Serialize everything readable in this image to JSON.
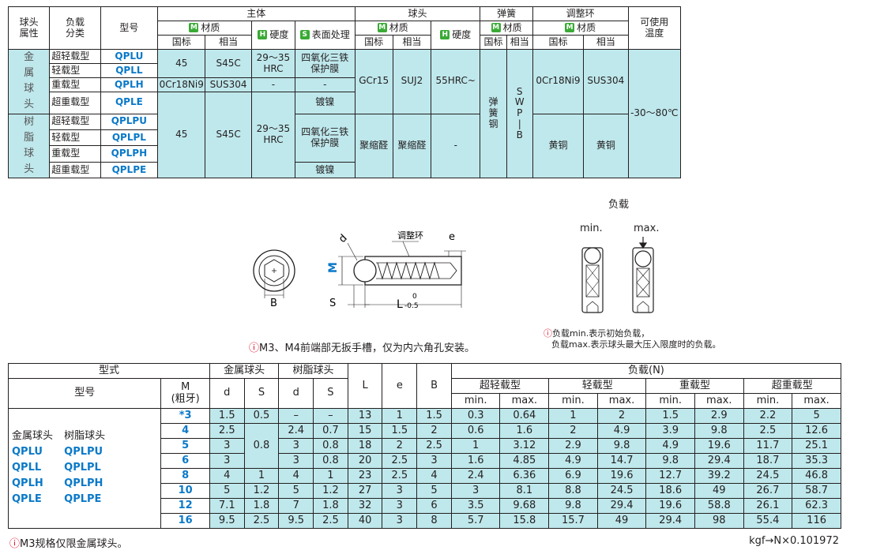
{
  "top_table": {
    "h_ball_attr": "球头\n属性",
    "h_load_class": "负载\n分类",
    "h_model": "型号",
    "h_main": "主体",
    "h_ball": "球头",
    "h_spring": "弹簧",
    "h_ring": "调整环",
    "h_temp": "可使用\n温度",
    "h_material": "材质",
    "h_hardness": "硬度",
    "h_surface": "表面处理",
    "h_gb": "国标",
    "h_eq": "相当",
    "badge_m": "M",
    "badge_h": "H",
    "badge_s": "S",
    "group_metal": "金\n属\n球\n头",
    "group_resin": "树\n脂\n球\n头",
    "rows": [
      {
        "type": "超轻载型",
        "code": "QPLU"
      },
      {
        "type": "轻载型",
        "code": "QPLL"
      },
      {
        "type": "重载型",
        "code": "QPLH"
      },
      {
        "type": "超重载型",
        "code": "QPLE"
      },
      {
        "type": "超轻载型",
        "code": "QPLPU"
      },
      {
        "type": "轻载型",
        "code": "QPLPL"
      },
      {
        "type": "重载型",
        "code": "QPLPH"
      },
      {
        "type": "超重载型",
        "code": "QPLPE"
      }
    ],
    "main_gb_45": "45",
    "main_eq_s45c": "S45C",
    "main_gb_0cr": "0Cr18Ni9",
    "main_eq_sus": "SUS304",
    "hardness_29_35": "29～35\nHRC",
    "dash": "-",
    "surface_black": "四氧化三铁\n保护膜",
    "surface_nickel": "镀镍",
    "ball_gcr15": "GCr15",
    "ball_suj2": "SUJ2",
    "ball_hrc": "55HRC~",
    "ball_polyacetal": "聚缩醛",
    "spring_gb": "弹\n簧\n钢",
    "spring_eq": "S\nW\nP\n|\nB",
    "ring_gb_0cr": "0Cr18Ni9",
    "ring_eq_sus": "SUS304",
    "ring_brass": "黄铜",
    "temp": "-30～80℃"
  },
  "diagram": {
    "label_d": "d",
    "label_ring": "调整环",
    "label_e": "e",
    "label_M": "M",
    "label_B": "B",
    "label_S": "S",
    "label_L": "L",
    "label_L_tol_upper": "0",
    "label_L_tol_lower": "-0.5",
    "note": "M3、M4前端部无扳手槽，仅为内六角孔安装。"
  },
  "load_diagram": {
    "title": "负载",
    "min_label": "min.",
    "max_label": "max.",
    "note_line1": "负载min.表示初始负载，",
    "note_line2": "负载max.表示球头最大压入限度时的负载。"
  },
  "bottom_table": {
    "h_type": "型式",
    "h_model": "型号",
    "h_M": "M\n(粗牙)",
    "h_metal_ball": "金属球头",
    "h_resin_ball": "树脂球头",
    "h_d": "d",
    "h_S": "S",
    "h_L": "L",
    "h_e": "e",
    "h_B": "B",
    "h_load": "负载(N)",
    "h_ultra_light": "超轻载型",
    "h_light": "轻载型",
    "h_heavy": "重载型",
    "h_ultra_heavy": "超重载型",
    "h_min": "min.",
    "h_max": "max.",
    "models_header_metal": "金属球头",
    "models_header_resin": "树脂球头",
    "models": [
      {
        "metal": "QPLU",
        "resin": "QPLPU"
      },
      {
        "metal": "QPLL",
        "resin": "QPLPL"
      },
      {
        "metal": "QPLH",
        "resin": "QPLPH"
      },
      {
        "metal": "QPLE",
        "resin": "QPLPE"
      }
    ],
    "rows": [
      {
        "M": "*3",
        "md": "1.5",
        "ms": "0.5",
        "rd": "–",
        "rs": "–",
        "L": "13",
        "e": "1",
        "B": "1.5",
        "ul_min": "0.3",
        "ul_max": "0.64",
        "l_min": "1",
        "l_max": "2",
        "h_min": "1.5",
        "h_max": "2.9",
        "uh_min": "2.2",
        "uh_max": "5"
      },
      {
        "M": "4",
        "md": "2.5",
        "ms": "0.8",
        "rd": "2.4",
        "rs": "0.7",
        "L": "15",
        "e": "1.5",
        "B": "2",
        "ul_min": "0.6",
        "ul_max": "1.6",
        "l_min": "2",
        "l_max": "4.9",
        "h_min": "3.9",
        "h_max": "9.8",
        "uh_min": "2.5",
        "uh_max": "12.6"
      },
      {
        "M": "5",
        "md": "3",
        "ms": "",
        "rd": "3",
        "rs": "0.8",
        "L": "18",
        "e": "2",
        "B": "2.5",
        "ul_min": "1",
        "ul_max": "3.12",
        "l_min": "2.9",
        "l_max": "9.8",
        "h_min": "4.9",
        "h_max": "19.6",
        "uh_min": "11.7",
        "uh_max": "25.1"
      },
      {
        "M": "6",
        "md": "3",
        "ms": "",
        "rd": "3",
        "rs": "0.8",
        "L": "20",
        "e": "2.5",
        "B": "3",
        "ul_min": "1.6",
        "ul_max": "4.85",
        "l_min": "4.9",
        "l_max": "14.7",
        "h_min": "9.8",
        "h_max": "29.4",
        "uh_min": "18.7",
        "uh_max": "35.3"
      },
      {
        "M": "8",
        "md": "4",
        "ms": "1",
        "rd": "4",
        "rs": "1",
        "L": "23",
        "e": "2.5",
        "B": "4",
        "ul_min": "2.4",
        "ul_max": "6.36",
        "l_min": "6.9",
        "l_max": "19.6",
        "h_min": "12.7",
        "h_max": "39.2",
        "uh_min": "24.5",
        "uh_max": "46.8"
      },
      {
        "M": "10",
        "md": "5",
        "ms": "1.2",
        "rd": "5",
        "rs": "1.2",
        "L": "27",
        "e": "3",
        "B": "5",
        "ul_min": "3",
        "ul_max": "8.1",
        "l_min": "8.8",
        "l_max": "24.5",
        "h_min": "18.6",
        "h_max": "49",
        "uh_min": "26.7",
        "uh_max": "58.7"
      },
      {
        "M": "12",
        "md": "7.1",
        "ms": "1.8",
        "rd": "7",
        "rs": "1.8",
        "L": "32",
        "e": "3",
        "B": "6",
        "ul_min": "3.5",
        "ul_max": "9.68",
        "l_min": "9.8",
        "l_max": "29.4",
        "h_min": "19.6",
        "h_max": "58.8",
        "uh_min": "26.1",
        "uh_max": "62.3"
      },
      {
        "M": "16",
        "md": "9.5",
        "ms": "2.5",
        "rd": "9.5",
        "rs": "2.5",
        "L": "40",
        "e": "3",
        "B": "8",
        "ul_min": "5.7",
        "ul_max": "15.8",
        "l_min": "15.7",
        "l_max": "49",
        "h_min": "29.4",
        "h_max": "98",
        "uh_min": "55.4",
        "uh_max": "116"
      }
    ],
    "footnote": "M3规格仅限金属球头。",
    "unit_note": "kgf→N×0.101972"
  },
  "colors": {
    "accent_blue": "#0a79c8",
    "cell_cyan": "#bfe8ec",
    "badge_green": "#3aaa35",
    "warn_red": "#e2001a"
  }
}
